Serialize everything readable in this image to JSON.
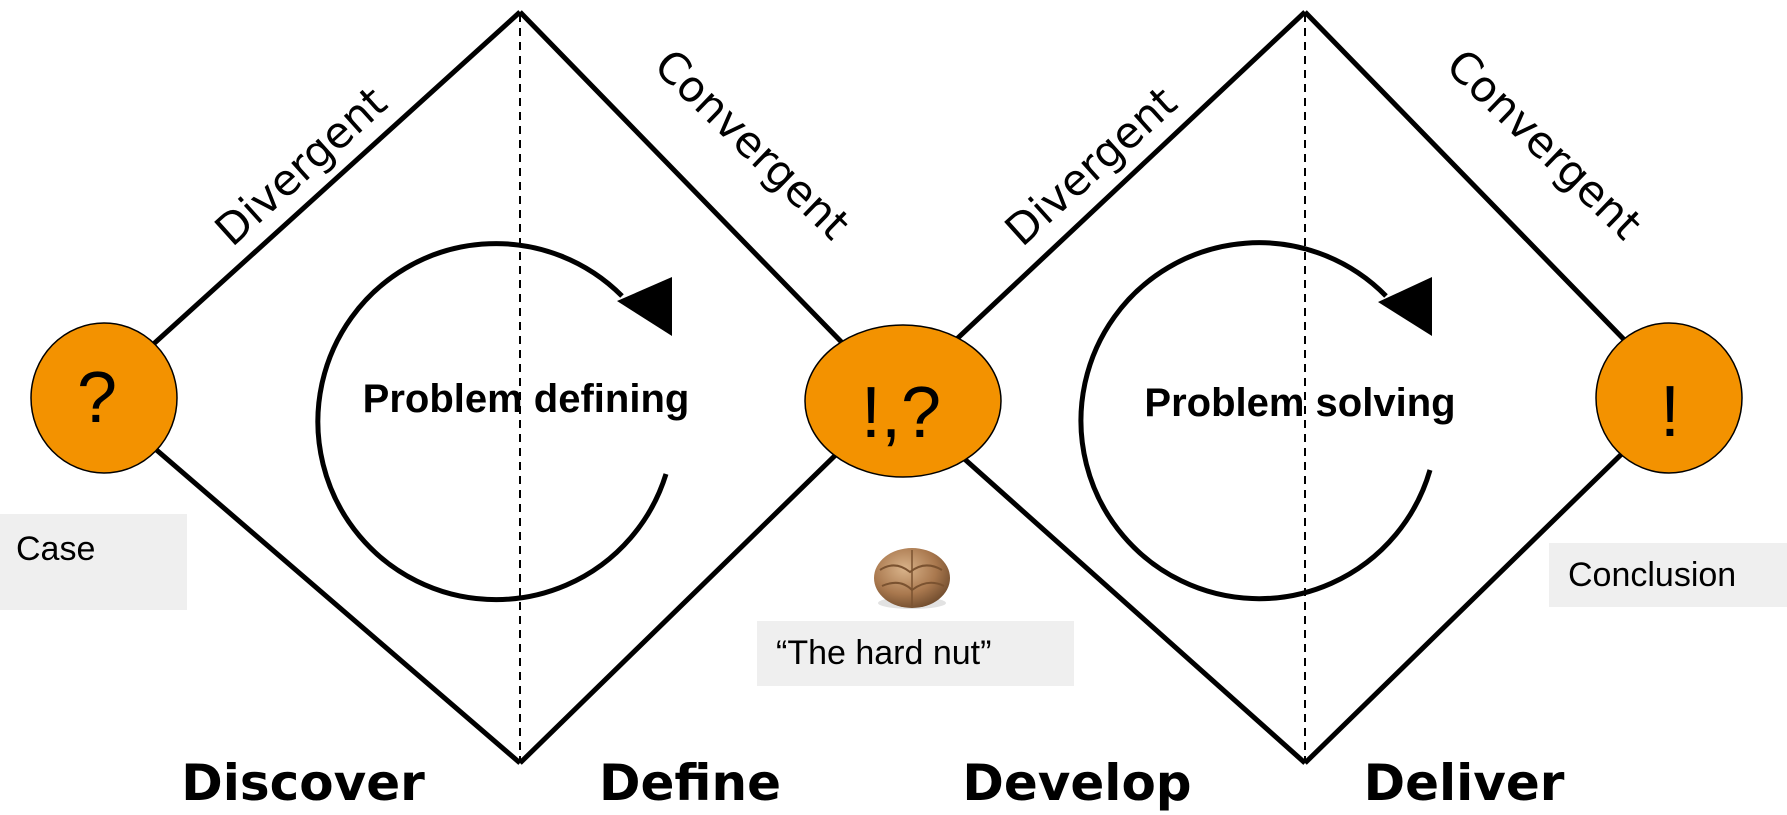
{
  "edge_labels": {
    "diamond1_left": "Divergent",
    "diamond1_right": "Convergent",
    "diamond2_left": "Divergent",
    "diamond2_right": "Convergent"
  },
  "cycle_labels": {
    "left": "Problem defining",
    "right": "Problem solving"
  },
  "nodes": {
    "start": "?",
    "middle": "!,?",
    "end": "!"
  },
  "boxes": {
    "case": "Case",
    "hard_nut": "“The hard nut”",
    "conclusion": "Conclusion"
  },
  "phases": [
    "Discover",
    "Define",
    "Develop",
    "Deliver"
  ],
  "colors": {
    "node_fill": "#F39200",
    "line": "#000000",
    "box_fill": "#EFEFEF"
  },
  "icons": {
    "hard_nut_image": "walnut-icon"
  }
}
